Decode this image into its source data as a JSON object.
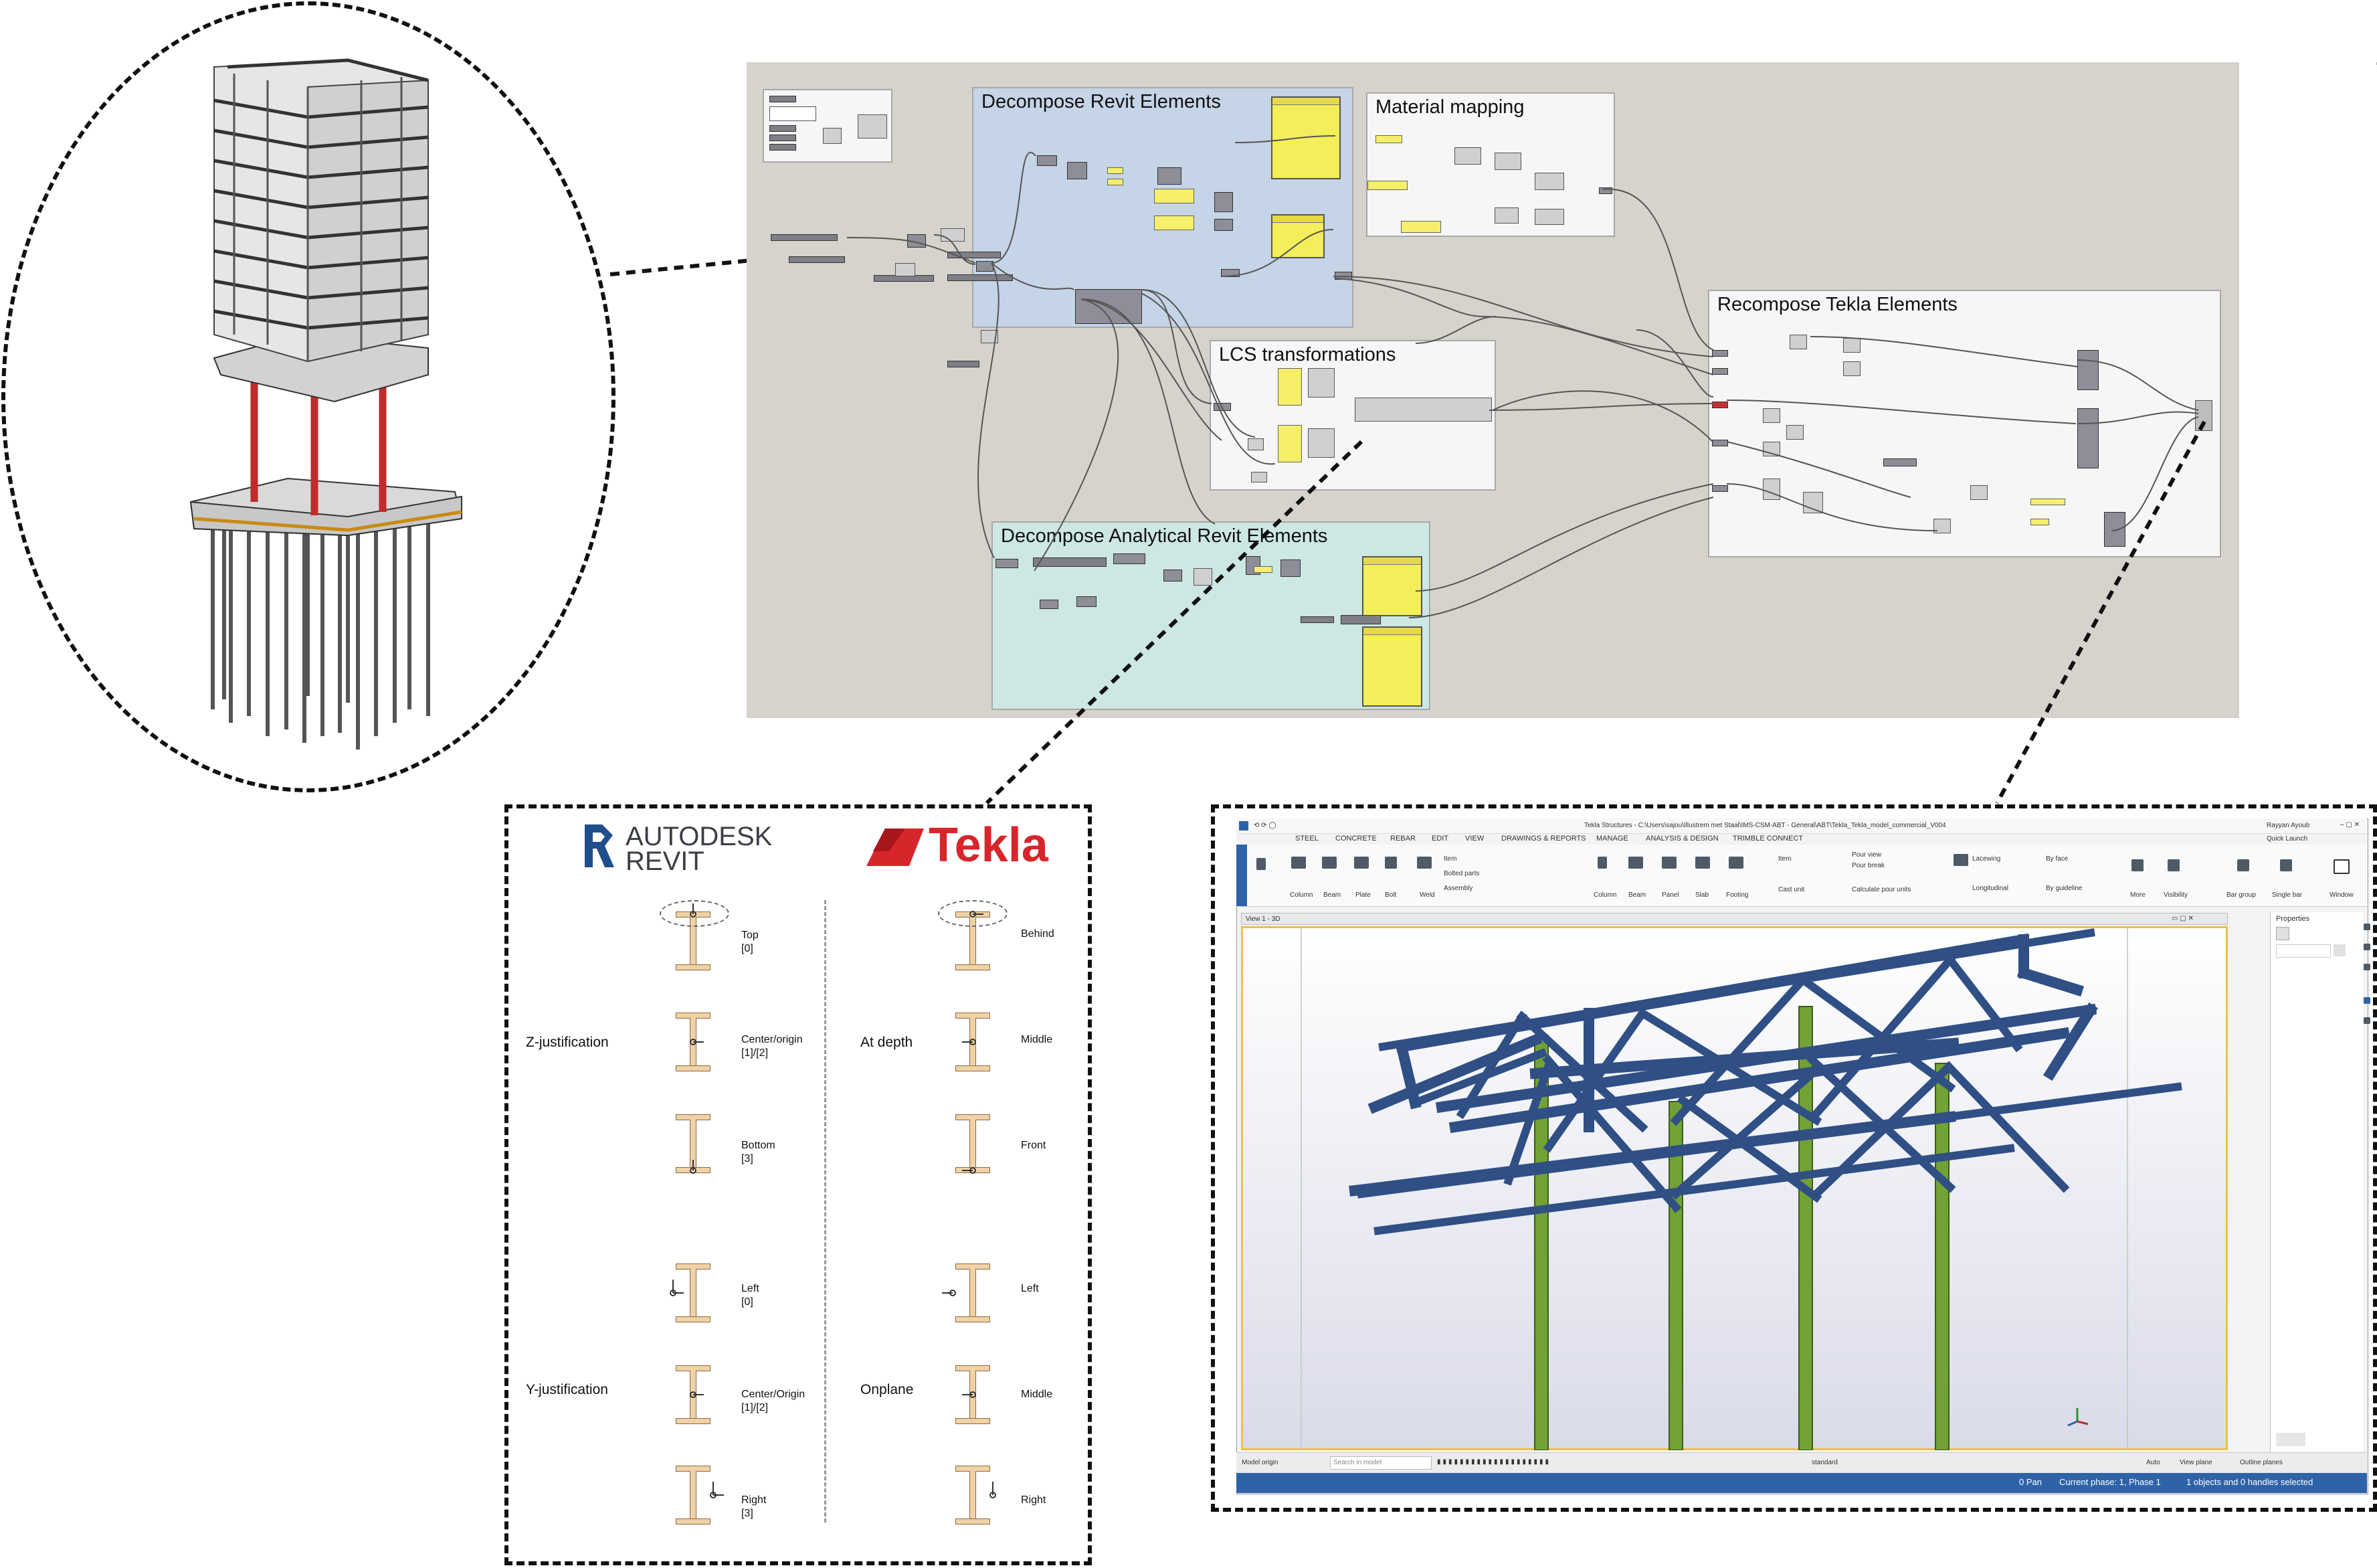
{
  "grasshopper": {
    "groups": {
      "decompose_revit": "Decompose Revit Elements",
      "material_mapping": "Material mapping",
      "lcs": "LCS transformations",
      "recompose_tekla": "Recompose Tekla Elements",
      "decompose_analytical": "Decompose Analytical Revit Elements"
    }
  },
  "justification": {
    "revit_brand": {
      "line1": "AUTODESK",
      "line2": "REVIT"
    },
    "tekla_brand": "Tekla",
    "z_label": "Z-justification",
    "y_label": "Y-justification",
    "at_depth_label": "At depth",
    "onplane_label": "Onplane",
    "revit_z": [
      {
        "name": "Top",
        "index": "[0]"
      },
      {
        "name": "Center/origin",
        "index": "[1]/[2]"
      },
      {
        "name": "Bottom",
        "index": "[3]"
      }
    ],
    "tekla_depth": [
      "Behind",
      "Middle",
      "Front"
    ],
    "revit_y": [
      {
        "name": "Left",
        "index": "[0]"
      },
      {
        "name": "Center/Origin",
        "index": "[1]/[2]"
      },
      {
        "name": "Right",
        "index": "[3]"
      }
    ],
    "tekla_plane": [
      "Left",
      "Middle",
      "Right"
    ]
  },
  "tekla": {
    "title": "Tekla Structures - C:\\Users\\sajou\\Illustrem met Staal\\IMS-CSM-ABT - General\\ABT\\Tekla_Tekla_model_commercial_V004",
    "user": "Rayyan Ayoub",
    "quick_launch": "Quick Launch",
    "tabs": [
      "STEEL",
      "CONCRETE",
      "REBAR",
      "EDIT",
      "VIEW",
      "DRAWINGS & REPORTS",
      "MANAGE",
      "ANALYSIS & DESIGN",
      "TRIMBLE CONNECT"
    ],
    "ribbon": [
      "Column",
      "Beam",
      "Plate",
      "Bolt",
      "Weld",
      "Item",
      "Bolted parts",
      "Assembly",
      "Column",
      "Beam",
      "Panel",
      "Slab",
      "Footing",
      "Item",
      "Cast unit",
      "Pour view",
      "Pour break",
      "Calculate pour units",
      "Lacewing",
      "Longitudinal",
      "By face",
      "By guideline",
      "More",
      "Visibility",
      "Bar group",
      "Single bar",
      "Window"
    ],
    "view_title": "View 1 - 3D",
    "properties": "Properties",
    "bottom_bar": {
      "origin": "Model origin",
      "search": "Search in model",
      "standard": "standard",
      "auto": "Auto",
      "view_plane": "View plane",
      "outline": "Outline planes"
    },
    "status": {
      "coords": "0 Pan",
      "phase": "Current phase: 1, Phase 1",
      "selected": "1 objects and 0 handles selected"
    }
  }
}
